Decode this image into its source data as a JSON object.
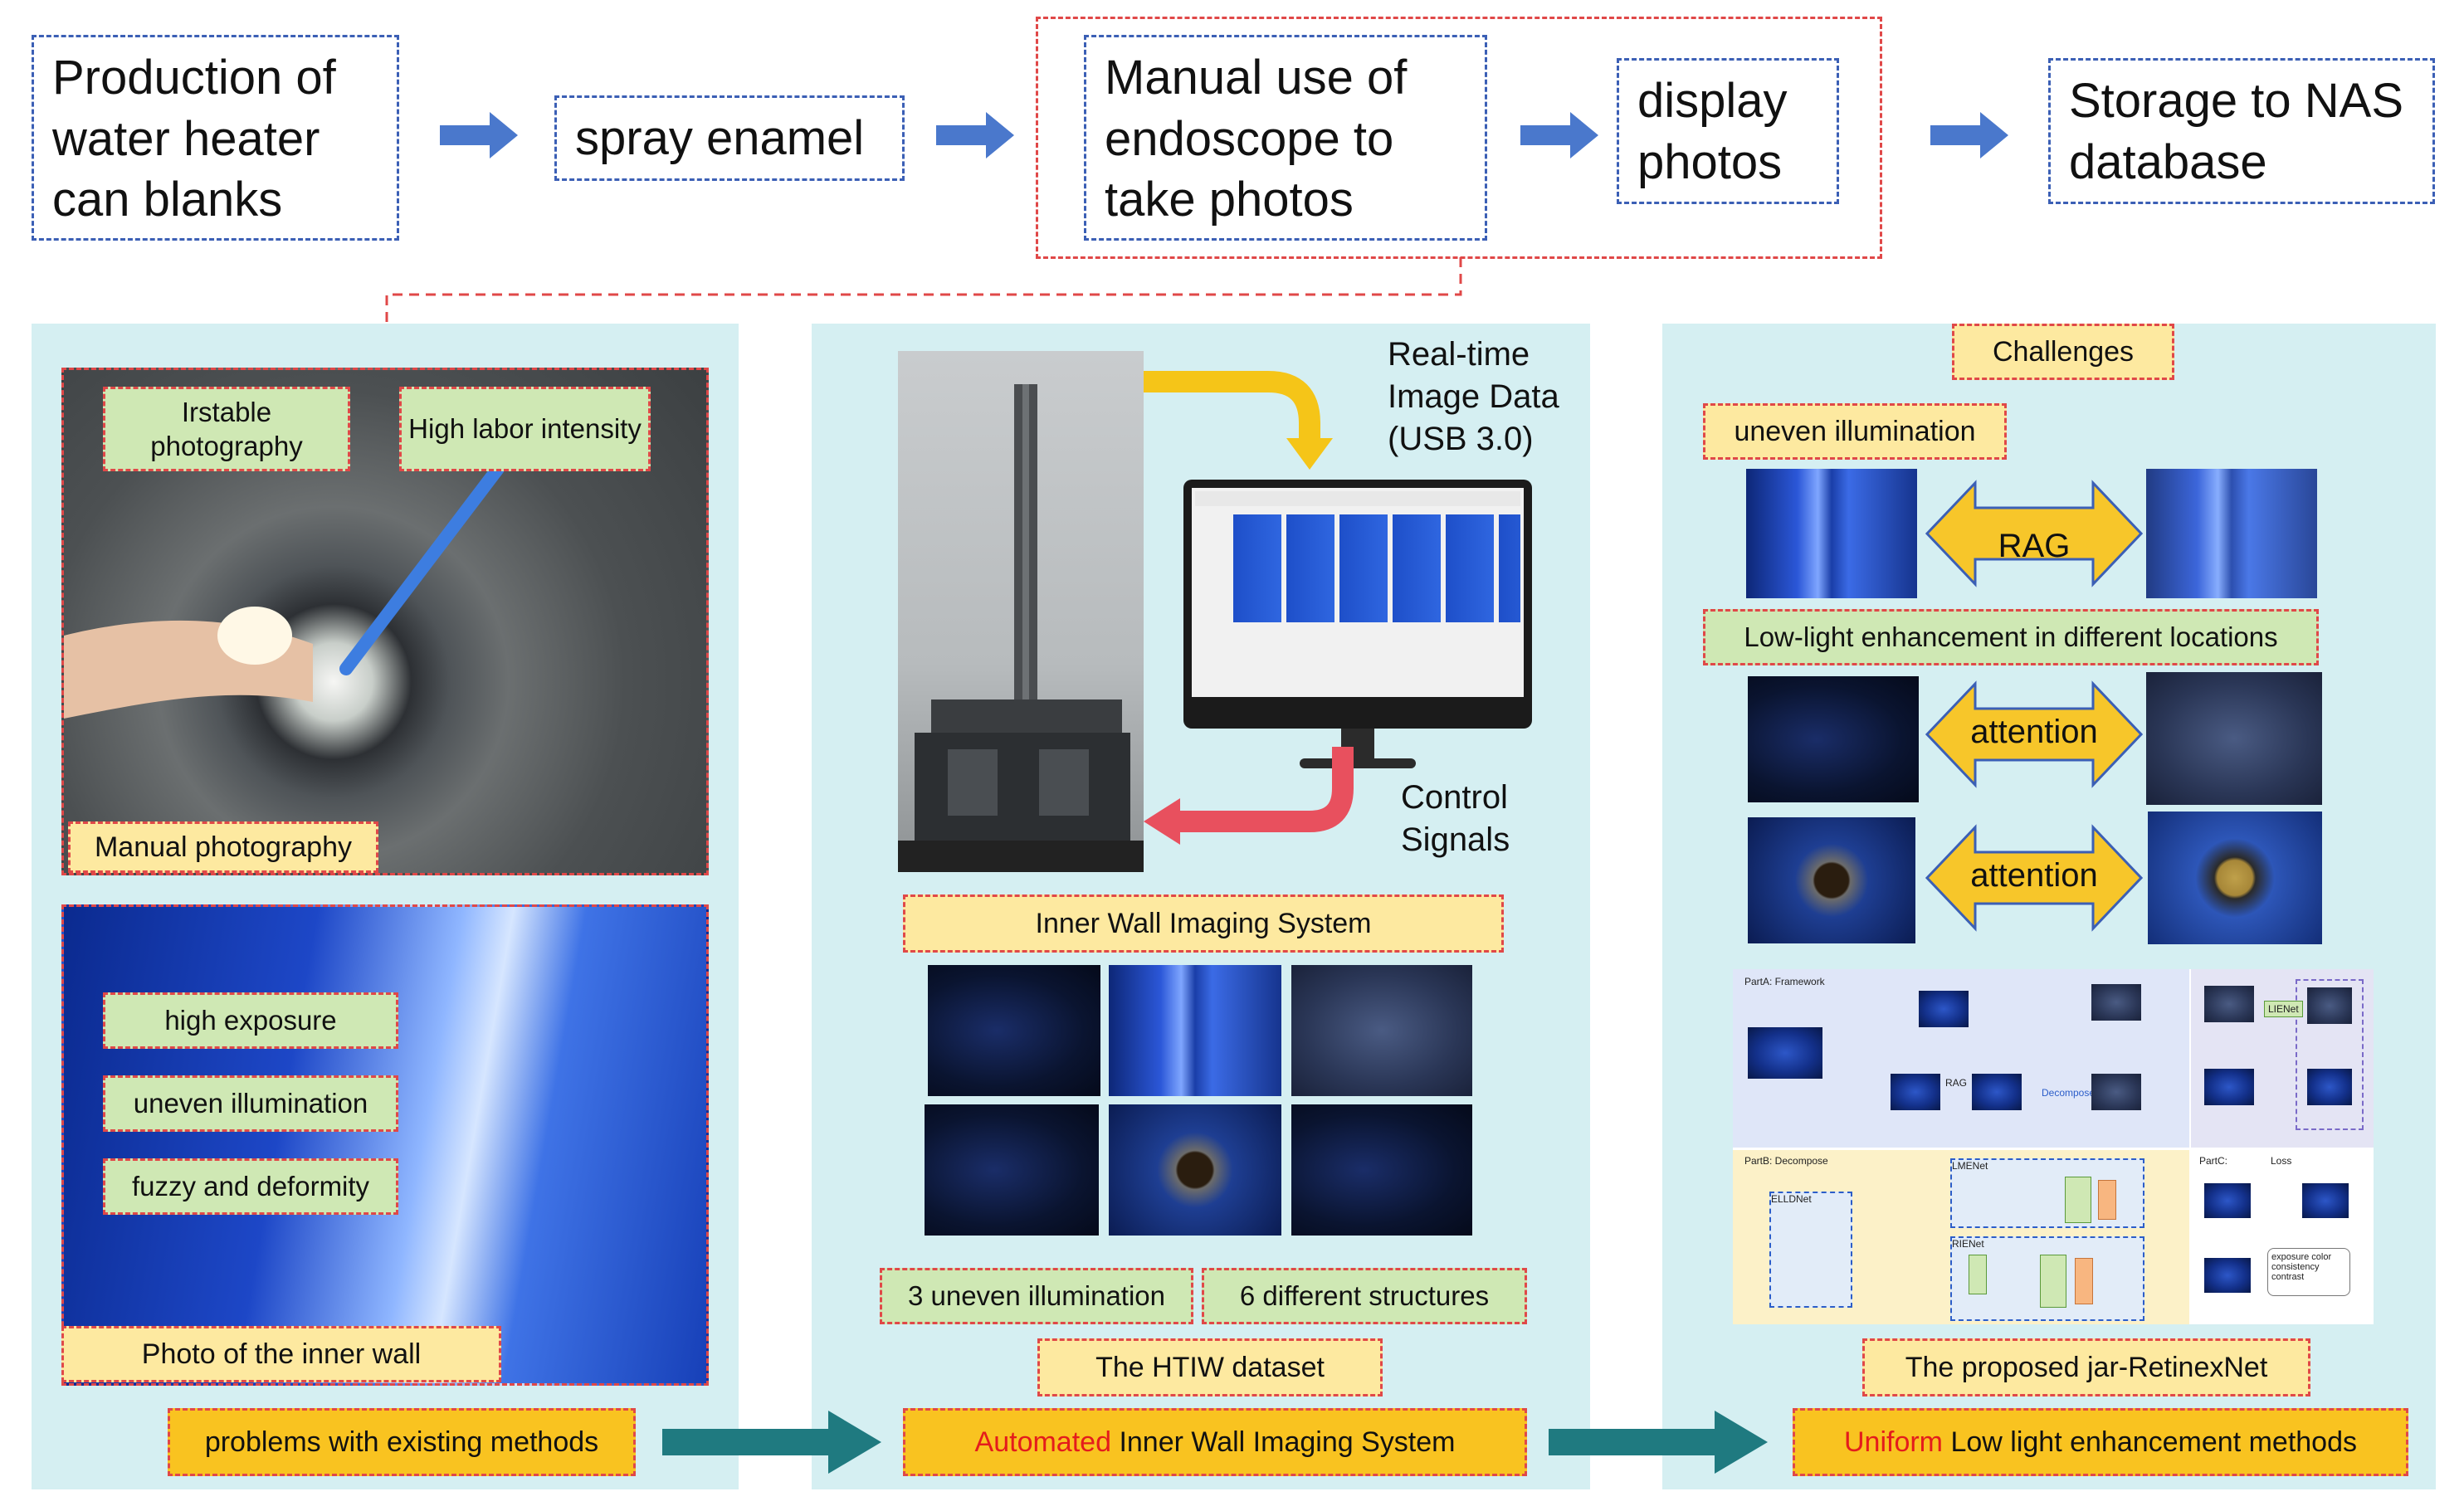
{
  "pipeline": {
    "step1": "Production of water heater can blanks",
    "step2": "spray enamel",
    "step3": "Manual use of endoscope to take photos",
    "step4": "display photos",
    "step5": "Storage to NAS database"
  },
  "left_panel": {
    "tag_unstable": "Irstable photography",
    "tag_labor": "High labor intensity",
    "caption_manual": "Manual photography",
    "tag_exposure": "high exposure",
    "tag_uneven": "uneven illumination",
    "tag_fuzzy": "fuzzy and deformity",
    "caption_inner": "Photo of the inner wall",
    "bottom": "problems with existing methods"
  },
  "middle_panel": {
    "realtime": "Real-time Image Data (USB 3.0)",
    "control": "Control Signals",
    "system_label": "Inner Wall Imaging System",
    "tag_uneven3": "3 uneven illumination",
    "tag_structures": "6 different structures",
    "dataset": "The HTIW dataset",
    "bottom_red": "Automated",
    "bottom_rest": " Inner Wall Imaging System"
  },
  "right_panel": {
    "challenges": "Challenges",
    "uneven": "uneven illumination",
    "rag": "RAG",
    "lowlight": "Low-light enhancement in different locations",
    "attention1": "attention",
    "attention2": "attention",
    "proposed": "The proposed jar-RetinexNet",
    "bottom_red": "Uniform",
    "bottom_rest": " Low light enhancement methods",
    "framework": {
      "partA": "PartA: Framework",
      "partB": "PartB: Decompose",
      "partC": "PartC:",
      "loss": "Loss",
      "lienet": "LIENet",
      "lmenet": "LMENet",
      "rienet": "RIENet",
      "elldnet": "ELLDNet",
      "decompose": "Decompose",
      "rag_small": "RAG",
      "loss_text": "exposure color consistency contrast"
    }
  },
  "colors": {
    "panel_bg": "#d5eff2",
    "blue_dash": "#3b5fb5",
    "red_dash": "#e04848",
    "arrow_blue": "#4a78cc",
    "arrow_teal": "#1f7a80",
    "yellow_arrow": "#f5c518"
  }
}
